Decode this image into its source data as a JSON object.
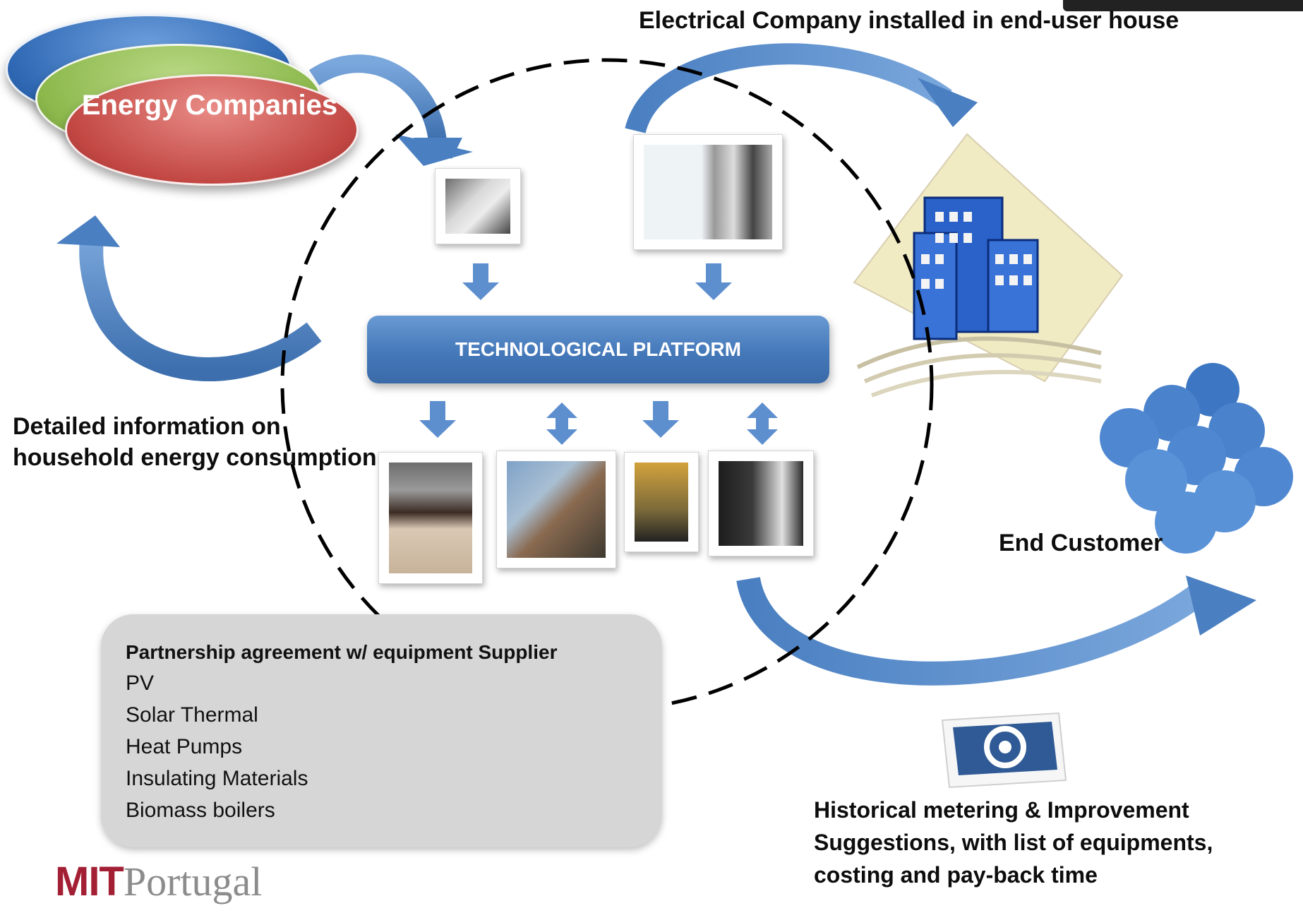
{
  "top_caption": "Electrical Company installed in end-user house",
  "energy_companies": {
    "label": "Energy Companies",
    "stack_colors": [
      "#2f68b4",
      "#8cb84c",
      "#c24743"
    ]
  },
  "platform": {
    "label": "TECHNOLOGICAL PLATFORM"
  },
  "left_label": "Detailed information on household energy consumption",
  "end_customer": "End Customer",
  "historical": "Historical metering & Improvement Suggestions, with list of equipments, costing and pay-back time",
  "partnership": {
    "title": "Partnership agreement w/ equipment Supplier",
    "items": [
      "PV",
      "Solar Thermal",
      "Heat Pumps",
      "Insulating Materials",
      "Biomass boilers"
    ]
  },
  "logo": {
    "strong": "MIT",
    "light": "Portugal"
  },
  "colors": {
    "arrow_blue": "#4a7fc1",
    "box_grey": "#d6d6d6",
    "logo_red": "#a31f34"
  },
  "icons": [
    "meter-device-icon",
    "weather-station-icon",
    "building-icon",
    "customer-group-icon",
    "email-stamp-icon"
  ]
}
